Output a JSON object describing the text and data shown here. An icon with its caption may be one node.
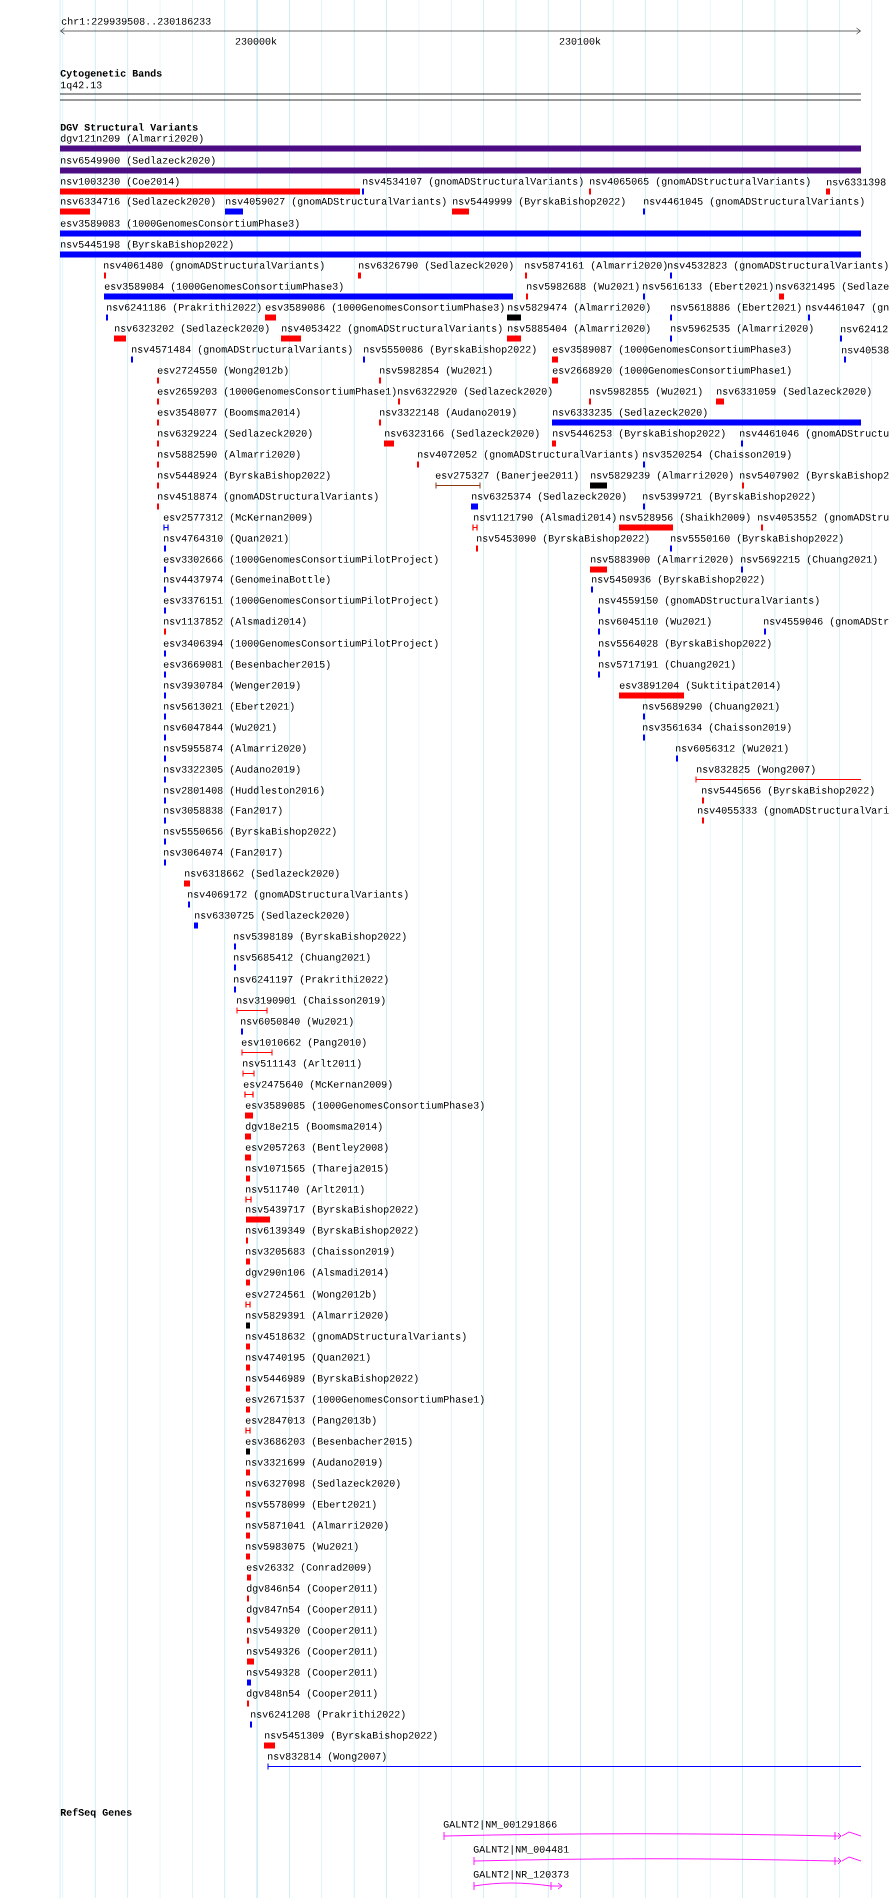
{
  "diagram": {
    "labels": [
      "chr1:229939508..230186233",
      "230000k",
      "230100k",
      "Cytogenetic Bands",
      "1q42.13",
      "DGV Structural Variants",
      "dgv121n209 (Almarri2020)",
      "nsv6549900 (Sedlazeck2020)",
      "nsv1003230 (Coe2014)",
      "nsv4534107 (gnomADStructuralVariants)",
      "nsv4065065 (gnomADStructuralVariants)",
      "nsv6331398",
      "nsv6334716 (Sedlazeck2020)",
      "nsv4059027 (gnomADStructuralVariants)",
      "nsv5449999 (ByrskaBishop2022)",
      "nsv4461045 (gnomADStructuralVariants)",
      "esv3589083 (1000GenomesConsortiumPhase3)",
      "nsv5445198 (ByrskaBishop2022)",
      "nsv4061480 (gnomADStructuralVariants)",
      "nsv6326790 (Sedlazeck2020)",
      "nsv5874161 (Almarri2020)",
      "nsv4532823 (gnomADStructuralVariants)",
      "esv3589084 (1000GenomesConsortiumPhase3)",
      "nsv5982688 (Wu2021)",
      "nsv5616133 (Ebert2021)",
      "nsv6321495 (Sedlaze",
      "nsv6241186 (Prakrithi2022)",
      "esv3589086 (1000GenomesConsortiumPhase3)",
      "nsv5829474 (Almarri2020)",
      "nsv5618886 (Ebert2021)",
      "nsv4461047 (gn",
      "nsv6323202 (Sedlazeck2020)",
      "nsv4053422 (gnomADStructuralVariants)",
      "nsv5885404 (Almarri2020)",
      "nsv5962535 (Almarri2020)",
      "nsv62412",
      "nsv4571484 (gnomADStructuralVariants)",
      "nsv5550086 (ByrskaBishop2022)",
      "esv3589087 (1000GenomesConsortiumPhase3)",
      "nsv40538",
      "esv2724550 (Wong2012b)",
      "nsv5982854 (Wu2021)",
      "esv2668920 (1000GenomesConsortiumPhase1)",
      "esv2659203 (1000GenomesConsortiumPhase1)",
      "nsv6322920 (Sedlazeck2020)",
      "nsv5982855 (Wu2021)",
      "nsv6331059 (Sedlazeck2020)",
      "esv3548077 (Boomsma2014)",
      "nsv3322148 (Audano2019)",
      "nsv6333235 (Sedlazeck2020)",
      "nsv6329224 (Sedlazeck2020)",
      "nsv6323166 (Sedlazeck2020)",
      "nsv5446253 (ByrskaBishop2022)",
      "nsv4461046 (gnomADStructu",
      "nsv5882590 (Almarri2020)",
      "nsv4072052 (gnomADStructuralVariants)",
      "nsv3520254 (Chaisson2019)",
      "nsv5448924 (ByrskaBishop2022)",
      "esv275327 (Banerjee2011)",
      "nsv5829239 (Almarri2020)",
      "nsv5407902 (ByrskaBishop2",
      "nsv4518874 (gnomADStructuralVariants)",
      "nsv6325374 (Sedlazeck2020)",
      "nsv5399721 (ByrskaBishop2022)",
      "esv2577312 (McKernan2009)",
      "nsv1121790 (Alsmadi2014)",
      "nsv528956 (Shaikh2009)",
      "nsv4053552 (gnomADStru",
      "nsv4764310 (Quan2021)",
      "nsv5453090 (ByrskaBishop2022)",
      "nsv5550160 (ByrskaBishop2022)",
      "esv3302666 (1000GenomesConsortiumPilotProject)",
      "nsv5883900 (Almarri2020)",
      "nsv5692215 (Chuang2021)",
      "nsv4437974 (GenomeinaBottle)",
      "nsv5450936 (ByrskaBishop2022)",
      "esv3376151 (1000GenomesConsortiumPilotProject)",
      "nsv4559150 (gnomADStructuralVariants)",
      "nsv1137852 (Alsmadi2014)",
      "nsv6045110 (Wu2021)",
      "nsv4559046 (gnomADStr",
      "esv3406394 (1000GenomesConsortiumPilotProject)",
      "nsv5564028 (ByrskaBishop2022)",
      "esv3669081 (Besenbacher2015)",
      "nsv5717191 (Chuang2021)",
      "nsv3930784 (Wenger2019)",
      "esv3891204 (Suktitipat2014)",
      "nsv5613021 (Ebert2021)",
      "nsv5689290 (Chuang2021)",
      "nsv6047844 (Wu2021)",
      "nsv3561634 (Chaisson2019)",
      "nsv5955874 (Almarri2020)",
      "nsv6056312 (Wu2021)",
      "nsv3322305 (Audano2019)",
      "nsv832825 (Wong2007)",
      "nsv2801408 (Huddleston2016)",
      "nsv5445656 (ByrskaBishop2022)",
      "nsv3058838 (Fan2017)",
      "nsv4055333 (gnomADStructuralVari",
      "nsv5550656 (ByrskaBishop2022)",
      "nsv3064074 (Fan2017)",
      "nsv6318662 (Sedlazeck2020)",
      "nsv4069172 (gnomADStructuralVariants)",
      "nsv6330725 (Sedlazeck2020)",
      "nsv5398189 (ByrskaBishop2022)",
      "nsv5685412 (Chuang2021)",
      "nsv6241197 (Prakrithi2022)",
      "nsv3190901 (Chaisson2019)",
      "nsv6050840 (Wu2021)",
      "esv1010662 (Pang2010)",
      "nsv511143 (Arlt2011)",
      "esv2475640 (McKernan2009)",
      "esv3589085 (1000GenomesConsortiumPhase3)",
      "dgv18e215 (Boomsma2014)",
      "esv2057263 (Bentley2008)",
      "nsv1071565 (Thareja2015)",
      "nsv511740 (Arlt2011)",
      "nsv5439717 (ByrskaBishop2022)",
      "nsv6139349 (ByrskaBishop2022)",
      "nsv3205683 (Chaisson2019)",
      "dgv290n106 (Alsmadi2014)",
      "esv2724561 (Wong2012b)",
      "nsv5829391 (Almarri2020)",
      "nsv4518632 (gnomADStructuralVariants)",
      "nsv4740195 (Quan2021)",
      "nsv5446989 (ByrskaBishop2022)",
      "esv2671537 (1000GenomesConsortiumPhase1)",
      "esv2847013 (Pang2013b)",
      "esv3686203 (Besenbacher2015)",
      "nsv3321699 (Audano2019)",
      "nsv6327098 (Sedlazeck2020)",
      "nsv5578099 (Ebert2021)",
      "nsv5871041 (Almarri2020)",
      "nsv5983075 (Wu2021)",
      "esv26332 (Conrad2009)",
      "dgv846n54 (Cooper2011)",
      "dgv847n54 (Cooper2011)",
      "nsv549320 (Cooper2011)",
      "nsv549326 (Cooper2011)",
      "nsv549328 (Cooper2011)",
      "dgv848n54 (Cooper2011)",
      "nsv6241208 (Prakrithi2022)",
      "nsv5451309 (ByrskaBishop2022)",
      "nsv832814 (Wong2007)",
      "RefSeq Genes",
      "GALNT2|NM_001291866",
      "GALNT2|NM_004481",
      "GALNT2|NR_120373"
    ]
  }
}
